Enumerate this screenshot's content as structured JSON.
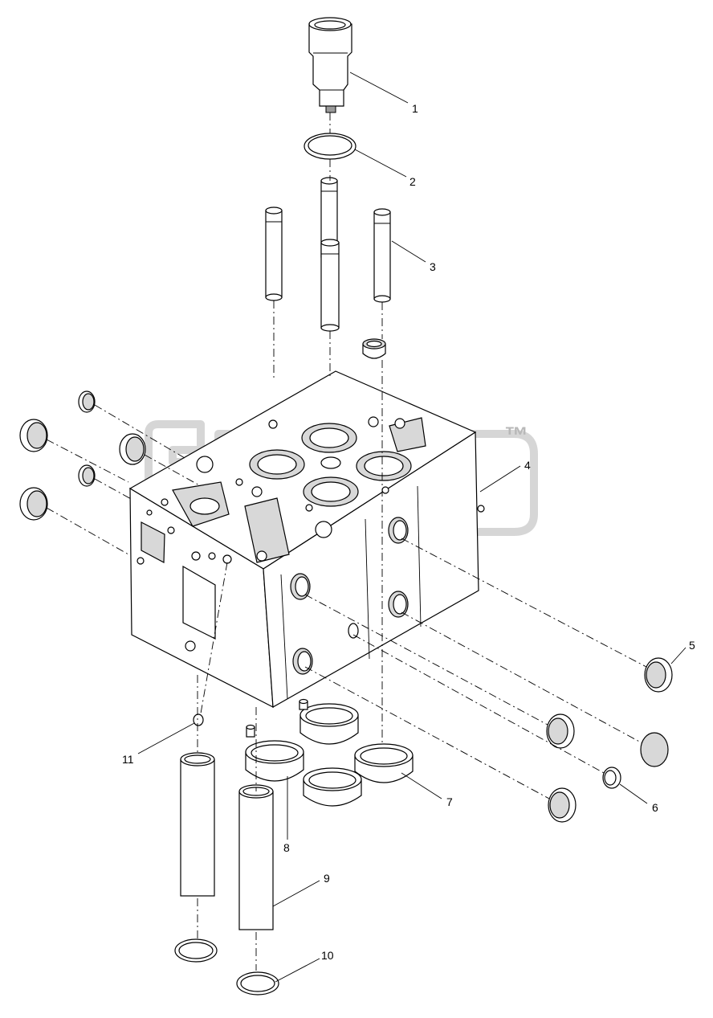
{
  "watermark": {
    "mark": "™"
  },
  "callouts": [
    "1",
    "2",
    "3",
    "4",
    "5",
    "6",
    "7",
    "8",
    "9",
    "10",
    "11"
  ],
  "colors": {
    "line": "#000000",
    "shade": "#d8d8d8",
    "watermark": "#c8c8c8"
  }
}
